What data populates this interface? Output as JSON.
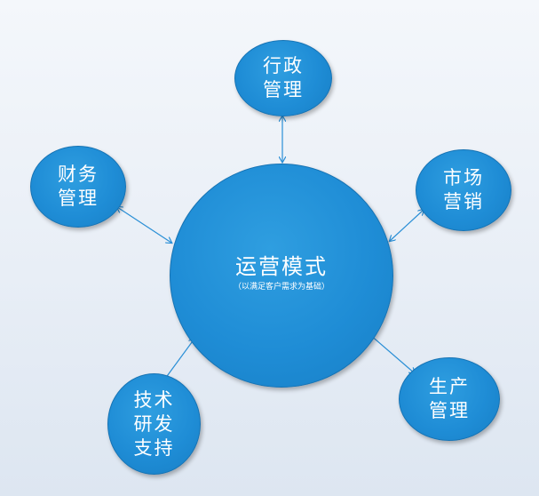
{
  "center": {
    "title": "运营模式",
    "subtitle": "（以满足客户需求为基础）"
  },
  "nodes": {
    "admin": [
      "行政",
      "管理"
    ],
    "finance": [
      "财务",
      "管理"
    ],
    "market": [
      "市场",
      "营销"
    ],
    "production": [
      "生产",
      "管理"
    ],
    "tech": [
      "技术",
      "研发",
      "支持"
    ]
  },
  "colors": {
    "node_fill": "#1f8dd6",
    "connector": "#2a8fd6",
    "text": "#ffffff"
  }
}
